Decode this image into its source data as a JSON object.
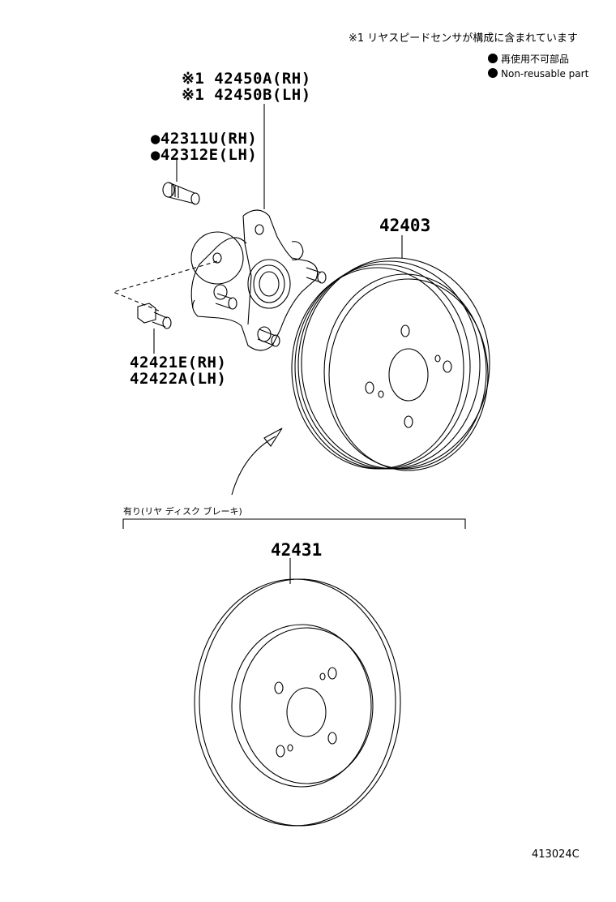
{
  "header_note": "※1 リヤスピードセンサが構成に含まれています",
  "legend": {
    "item_jp": "再使用不可部品",
    "item_en": "Non-reusable part"
  },
  "hub": {
    "line1": "※1 42450A(RH)",
    "line2": "※1 42450B(LH)"
  },
  "hub_bolt": {
    "line1": "●42311U(RH)",
    "line2": "●42312E(LH)"
  },
  "mount_bolt": {
    "line1": "42421E(RH)",
    "line2": "42422A(LH)"
  },
  "drum_part": "42403",
  "condition_label": "有り(リヤ ディスク ブレーキ)",
  "disc_part": "42431",
  "diagram_code": "413024C"
}
